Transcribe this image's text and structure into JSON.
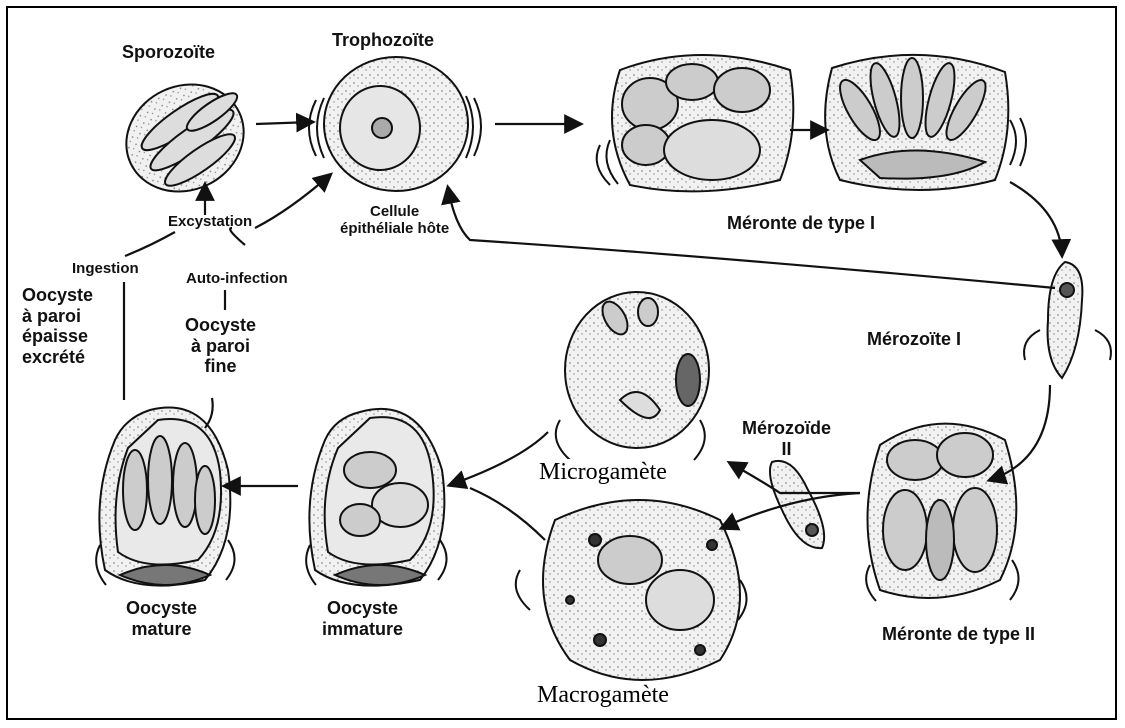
{
  "labels": {
    "sporozoite": "Sporozoïte",
    "trophozoite": "Trophozoïte",
    "host_cell": "Cellule\népithéliale hôte",
    "meronte_1": "Méronte de type I",
    "merozoite_1": "Mérozoïte I",
    "merozoide_2": "Mérozoïde\nII",
    "meronte_2": "Méronte de type II",
    "microgamete": "Microgamète",
    "macrogamete": "Macrogamète",
    "oocyste_immature": "Oocyste\nimmature",
    "oocyste_mature": "Oocyste\nmature",
    "oocyste_fine": "Oocyste\nà paroi\nfine",
    "oocyste_epaisse": "Oocyste\nà paroi\népaisse\nexcrété",
    "excystation": "Excystation",
    "ingestion": "Ingestion",
    "auto_infection": "Auto-infection"
  },
  "colors": {
    "ink": "#111111",
    "cell_fill": "#efefef",
    "dark_fill": "#9a9a9a"
  }
}
